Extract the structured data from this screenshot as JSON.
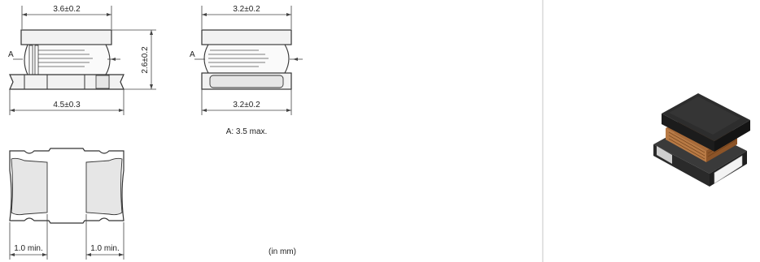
{
  "dimensions": {
    "front_top_width": "3.6±0.2",
    "front_height": "2.6±0.2",
    "front_bottom_width": "4.5±0.3",
    "side_top_width": "3.2±0.2",
    "side_bottom_width": "3.2±0.2",
    "marker_a_front": "A",
    "marker_a_side": "A",
    "a_note": "A: 3.5 max.",
    "left_electrode": "1.0 min.",
    "right_electrode": "1.0 min.",
    "unit_note": "(in mm)"
  },
  "colors": {
    "cap_fill": "#f2f2f2",
    "electrode_fill": "#e6e6e6",
    "coil_lines": "#555555",
    "photo_body": "#2d2d2d",
    "photo_copper": "#b87a45"
  }
}
